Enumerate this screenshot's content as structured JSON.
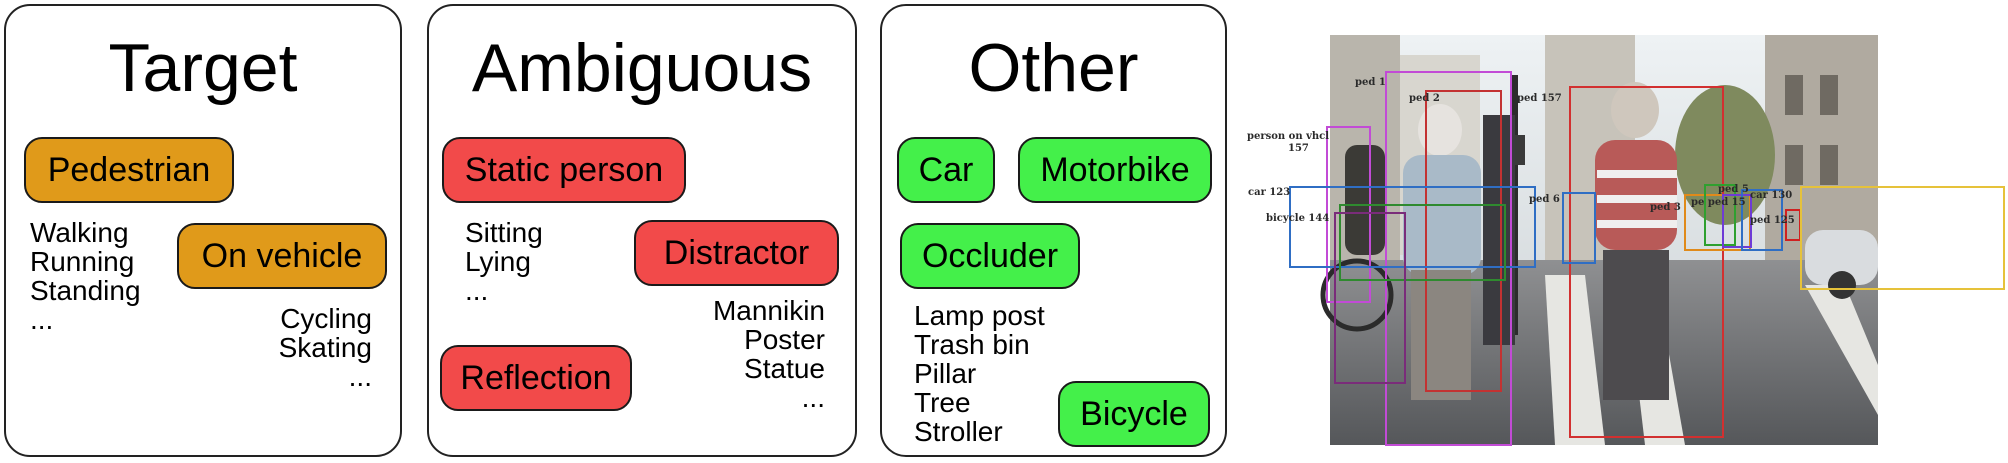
{
  "panels": [
    {
      "title": "Target",
      "pills": [
        "Pedestrian",
        "On vehicle"
      ],
      "list_a": [
        "Walking",
        "Running",
        "Standing",
        "..."
      ],
      "list_b": [
        "Cycling",
        "Skating",
        "..."
      ]
    },
    {
      "title": "Ambiguous",
      "pills": [
        "Static person",
        "Distractor",
        "Reflection"
      ],
      "list_a": [
        "Sitting",
        "Lying",
        "..."
      ],
      "list_b": [
        "Mannikin",
        "Poster",
        "Statue",
        "..."
      ]
    },
    {
      "title": "Other",
      "pills": [
        "Car",
        "Motorbike",
        "Occluder",
        "Bicycle"
      ],
      "list_a": [
        "Lamp post",
        "Trash bin",
        "Pillar",
        "Tree",
        "Stroller"
      ]
    }
  ],
  "photo_labels": [
    "ped 1",
    "ped 2",
    "ped 157",
    "person on vhcl",
    "157",
    "car 123",
    "bicycle 144",
    "ped 6",
    "ped 5",
    "car 130",
    "ped 3",
    "pe ped 15",
    "ped 125"
  ],
  "colors": {
    "orange": "#e09a1a",
    "red": "#f24a4a",
    "green": "#44f04a",
    "border": "#1a1a1a"
  }
}
